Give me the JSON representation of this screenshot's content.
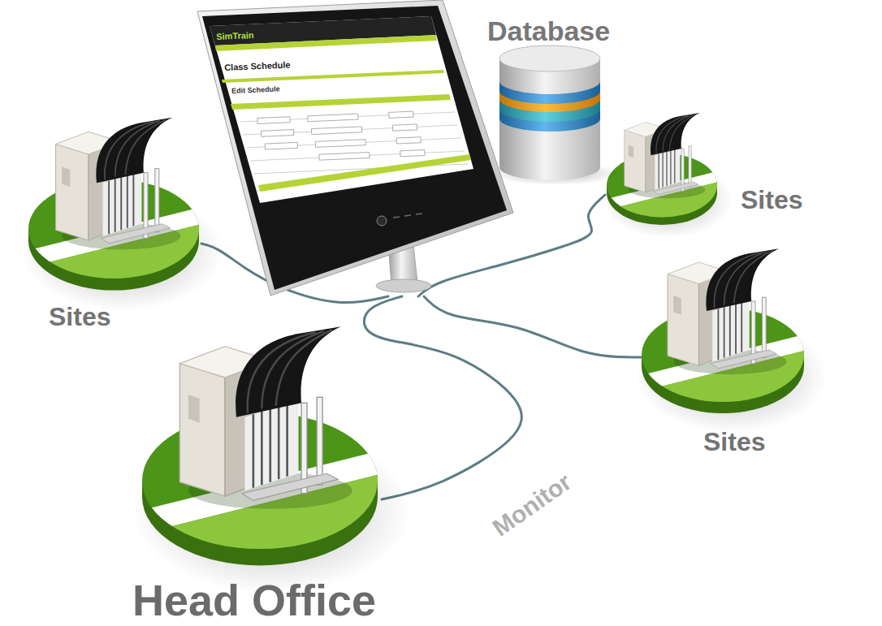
{
  "diagram": {
    "nodes": [
      {
        "text": [
          "SimTrain",
          "Class Schedule",
          "Edit Schedule"
        ]
      },
      {
        "text": [
          "Database"
        ]
      },
      {
        "text": [
          "Sites"
        ]
      },
      {
        "text": [
          "Sites"
        ]
      },
      {
        "text": [
          "Sites"
        ]
      },
      {
        "text": [
          "Head Office"
        ]
      }
    ],
    "edges": [
      {
        "from": 0,
        "to": 2,
        "arrow": "none"
      },
      {
        "from": 0,
        "to": 3,
        "arrow": "none"
      },
      {
        "from": 0,
        "to": 4,
        "arrow": "none"
      },
      {
        "from": 0,
        "to": 5,
        "label": "Monitor",
        "arrow": "none"
      }
    ]
  }
}
